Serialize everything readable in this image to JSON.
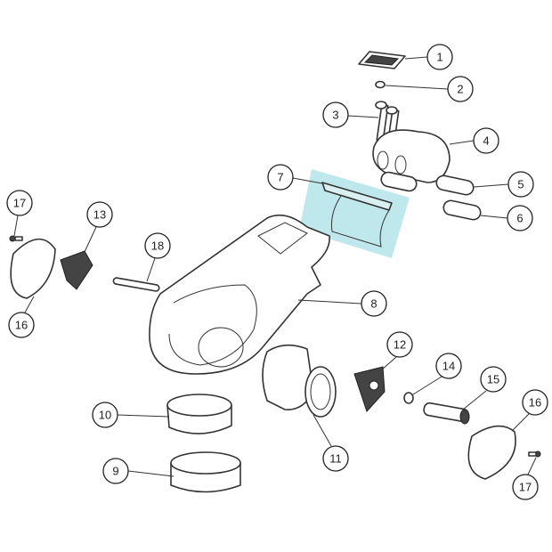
{
  "diagram": {
    "type": "exploded-parts-diagram",
    "highlight_color": "#bfe8ec",
    "highlighted_part": "7",
    "callouts": [
      {
        "id": "c1",
        "label": "1"
      },
      {
        "id": "c2",
        "label": "2"
      },
      {
        "id": "c3",
        "label": "3"
      },
      {
        "id": "c4",
        "label": "4"
      },
      {
        "id": "c5",
        "label": "5"
      },
      {
        "id": "c6",
        "label": "6"
      },
      {
        "id": "c7",
        "label": "7"
      },
      {
        "id": "c8",
        "label": "8"
      },
      {
        "id": "c9",
        "label": "9"
      },
      {
        "id": "c10",
        "label": "10"
      },
      {
        "id": "c11",
        "label": "11"
      },
      {
        "id": "c12",
        "label": "12"
      },
      {
        "id": "c13",
        "label": "13"
      },
      {
        "id": "c14",
        "label": "14"
      },
      {
        "id": "c15",
        "label": "15"
      },
      {
        "id": "c16a",
        "label": "16"
      },
      {
        "id": "c16b",
        "label": "16"
      },
      {
        "id": "c17a",
        "label": "17"
      },
      {
        "id": "c17b",
        "label": "17"
      },
      {
        "id": "c18",
        "label": "18"
      }
    ]
  }
}
